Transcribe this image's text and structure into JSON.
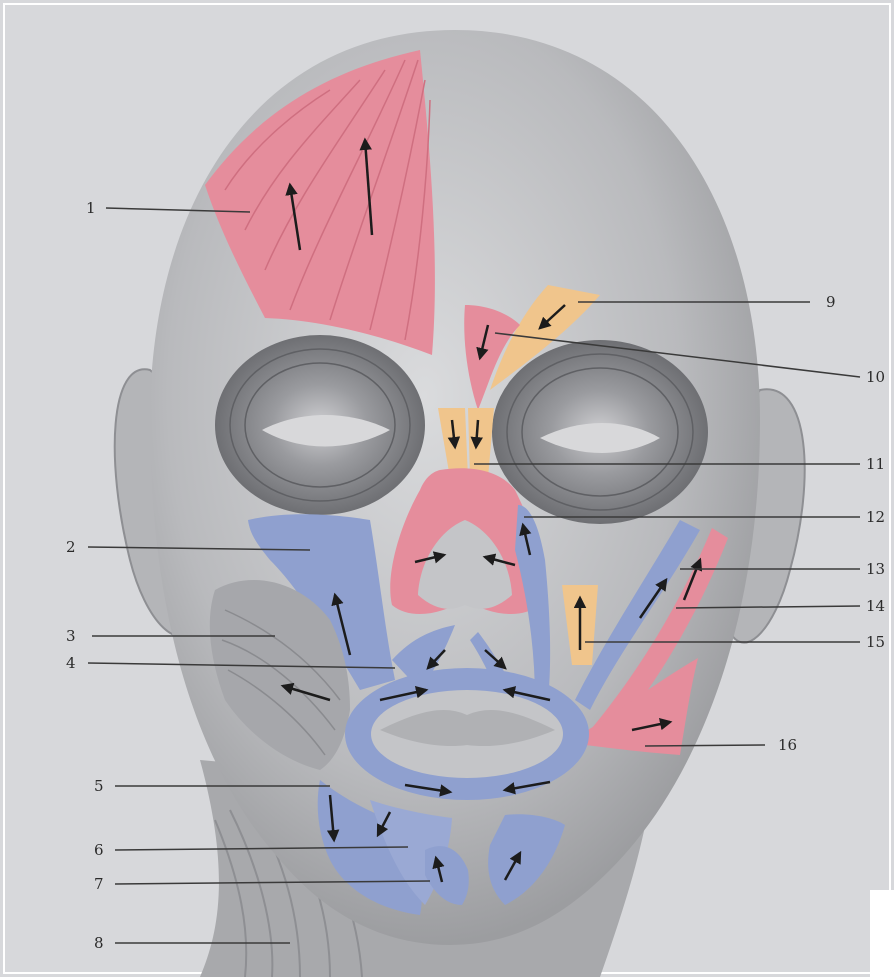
{
  "labels": [
    {
      "id": "1",
      "text": "1"
    },
    {
      "id": "2",
      "text": "2"
    },
    {
      "id": "3",
      "text": "3"
    },
    {
      "id": "4",
      "text": "4"
    },
    {
      "id": "5",
      "text": "5"
    },
    {
      "id": "6",
      "text": "6"
    },
    {
      "id": "7",
      "text": "7"
    },
    {
      "id": "8",
      "text": "8"
    },
    {
      "id": "9",
      "text": "9"
    },
    {
      "id": "10",
      "text": "10"
    },
    {
      "id": "11",
      "text": "11"
    },
    {
      "id": "12",
      "text": "12"
    },
    {
      "id": "13",
      "text": "13"
    },
    {
      "id": "14",
      "text": "14"
    },
    {
      "id": "15",
      "text": "15"
    },
    {
      "id": "16",
      "text": "16"
    }
  ],
  "colors": {
    "background": "#d7d8db",
    "skin": "#c4c5c8",
    "red_muscle": "#e58d9c",
    "blue_muscle": "#8fa0cf",
    "yellow_muscle": "#f0c58c",
    "eye_ring": "#7d7e82",
    "leader_line": "#3a3a3a"
  }
}
